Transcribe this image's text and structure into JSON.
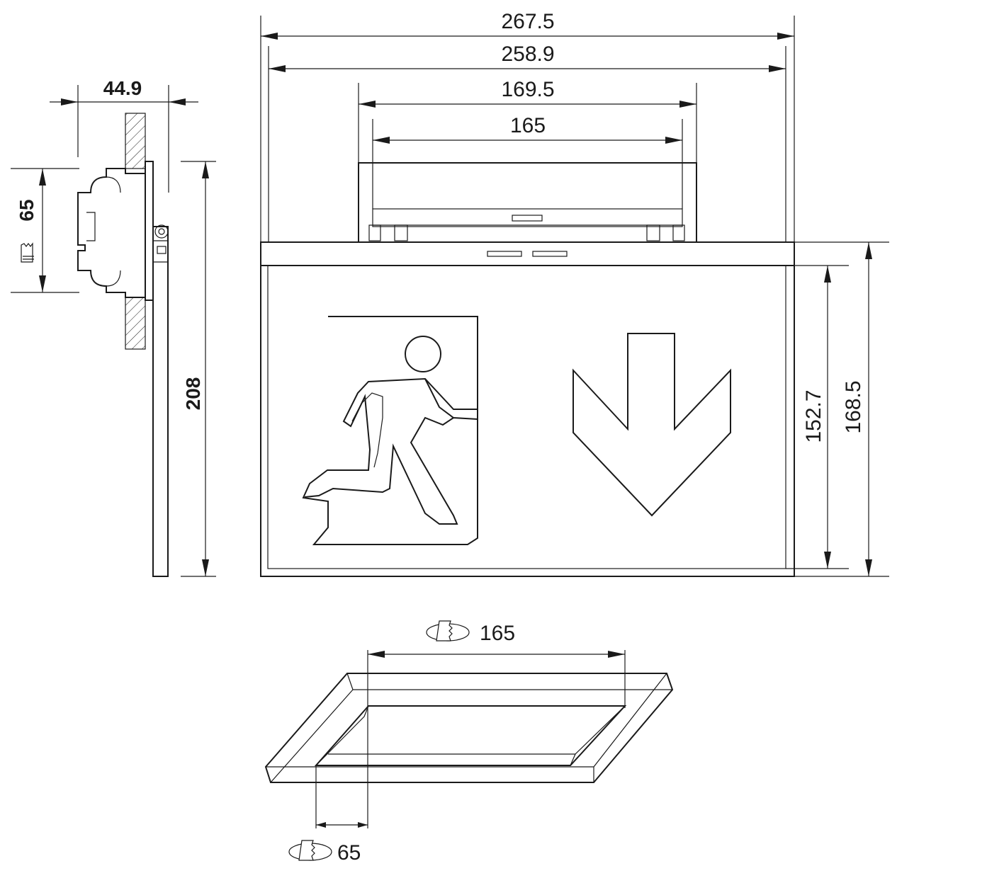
{
  "dimensions": {
    "overall_width": "267.5",
    "inner_width": "258.9",
    "top_box_outer": "169.5",
    "top_box_inner": "165",
    "side_depth": "44.9",
    "side_cutout": "65",
    "side_height": "208",
    "panel_inner_height": "152.7",
    "panel_outer_height": "168.5",
    "cutout_length": "165",
    "cutout_width": "65"
  },
  "icons": {
    "running_man": "running-man-icon",
    "down_arrow": "down-arrow-icon",
    "cutout_saw": "hole-saw-icon"
  },
  "colors": {
    "stroke": "#1a1a1a",
    "background": "#ffffff"
  }
}
